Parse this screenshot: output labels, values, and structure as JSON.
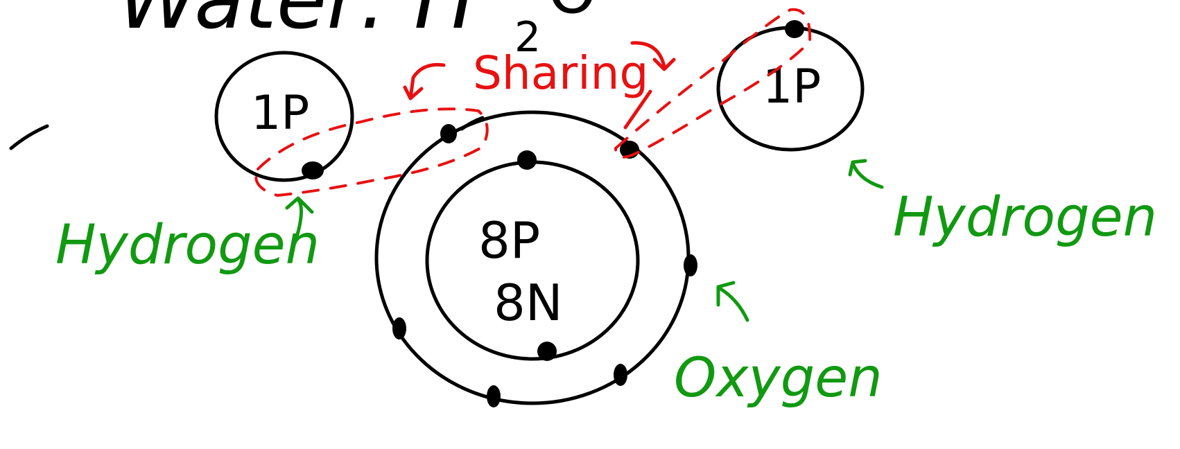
{
  "title": {
    "text": "Water: H",
    "subscript": "2",
    "after": "O"
  },
  "sharing_label": "Sharing",
  "hydrogen_left": {
    "nucleus": "1P",
    "label": "Hydrogen"
  },
  "hydrogen_right": {
    "nucleus": "1P",
    "label": "Hydrogen"
  },
  "oxygen": {
    "nucleus_protons": "8P",
    "nucleus_neutrons": "8N",
    "label": "Oxygen"
  },
  "colors": {
    "ink": "#000000",
    "sharing": "#e81010",
    "labels": "#119911"
  }
}
